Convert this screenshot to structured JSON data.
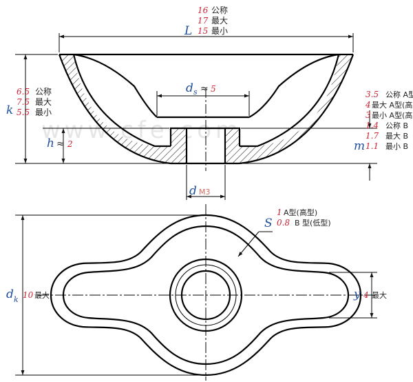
{
  "drawing": {
    "L": {
      "symbol": "L",
      "values": [
        {
          "num": "16",
          "text": "公称"
        },
        {
          "num": "17",
          "text": "最大"
        },
        {
          "num": "15",
          "text": "最小"
        }
      ]
    },
    "ds": {
      "base": "d",
      "sub": "s",
      "approx": "≈",
      "value": "5"
    },
    "k": {
      "symbol": "k",
      "values": [
        {
          "num": "6.5",
          "text": "公称"
        },
        {
          "num": "7.5",
          "text": "最大"
        },
        {
          "num": "5.5",
          "text": "最小"
        }
      ]
    },
    "h": {
      "symbol": "h",
      "approx": "≈",
      "value": "2"
    },
    "m": {
      "symbol": "m",
      "values": [
        {
          "num": "3.5",
          "text": "公称 A型"
        },
        {
          "num": "4",
          "text": "最大 A型(高"
        },
        {
          "num": "3",
          "text": "最小 A型(高"
        },
        {
          "num": "1.4",
          "text": "公称 B"
        },
        {
          "num": "1.7",
          "text": "最大 B"
        },
        {
          "num": "1.1",
          "text": "最小 B"
        }
      ]
    },
    "d": {
      "symbol": "d",
      "value": "M3"
    },
    "S": {
      "symbol": "S",
      "values": [
        {
          "num": "1",
          "text": "A型(高型)"
        },
        {
          "num": "0.8",
          "text": "B 型(低型)"
        }
      ]
    },
    "dk": {
      "base": "d",
      "sub": "k",
      "num": "10",
      "text": "最大"
    },
    "y": {
      "symbol": "y",
      "num": "4",
      "text": "最大"
    },
    "watermark": "www.cfe.com"
  }
}
